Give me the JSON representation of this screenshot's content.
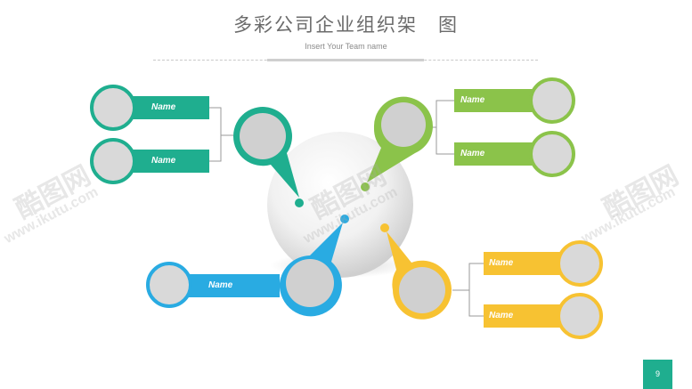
{
  "header": {
    "title": "多彩公司企业组织架　图",
    "subtitle": "Insert Your Team name"
  },
  "colors": {
    "teal": "#1fae8f",
    "green": "#8bc34a",
    "blue": "#29abe2",
    "yellow": "#f7c232",
    "gray_circle": "#d9d9d9",
    "connector": "#9a9a9a",
    "page_box": "#1fae8f"
  },
  "groups": {
    "teal": {
      "labels": [
        "Name",
        "Name"
      ]
    },
    "green": {
      "labels": [
        "Name",
        "Name"
      ]
    },
    "blue": {
      "labels": [
        "Name"
      ]
    },
    "yellow": {
      "labels": [
        "Name",
        "Name"
      ]
    }
  },
  "footer": {
    "page_number": "9"
  },
  "watermark": {
    "brand": "酷图网",
    "domain": "www.ikutu.com"
  }
}
